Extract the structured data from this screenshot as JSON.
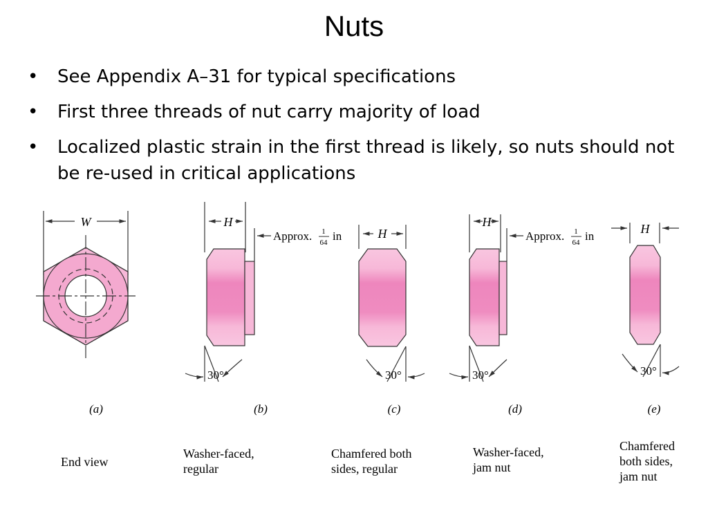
{
  "slide": {
    "title": "Nuts",
    "bullets": [
      "See Appendix A–31 for typical specifications",
      "First three threads of nut carry majority of load",
      "Localized plastic strain in the first thread is likely, so nuts should not be re-used in critical applications"
    ]
  },
  "figure": {
    "dimension_W": "W",
    "dimension_H": "H",
    "approx_label": "Approx.",
    "fraction_numerator": "1",
    "fraction_denominator": "64",
    "unit_in": "in",
    "angle_label": "30°",
    "panel_labels": [
      "(a)",
      "(b)",
      "(c)",
      "(d)",
      "(e)"
    ],
    "captions": [
      "End view",
      "Washer-faced, regular",
      "Chamfered both sides, regular",
      "Washer-faced, jam nut",
      "Chamfered both sides, jam nut"
    ],
    "colors": {
      "nut_fill": "#f7b8d8",
      "nut_highlight": "#ee7fb8",
      "line": "#333333"
    }
  }
}
